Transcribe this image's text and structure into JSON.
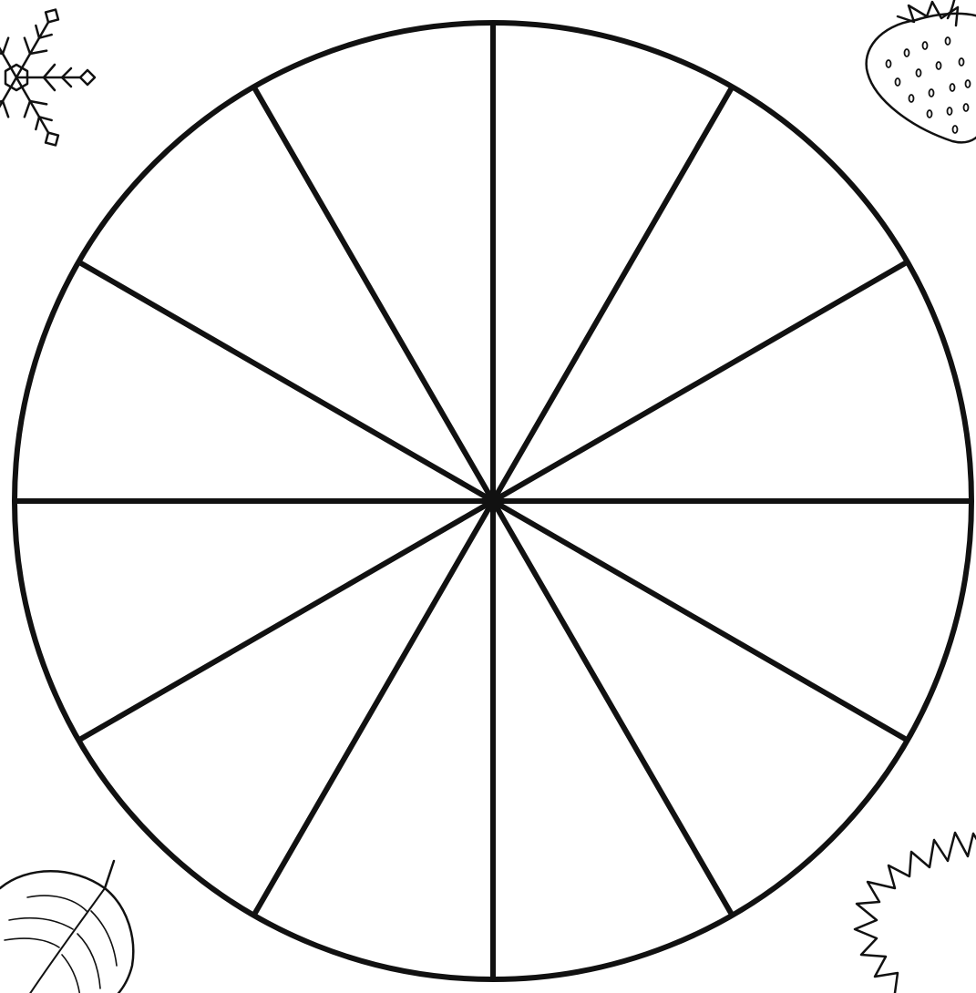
{
  "diagram": {
    "type": "segmented-circle-wheel",
    "segment_count": 12,
    "labels": []
  },
  "corner_illustrations": [
    {
      "corner": "top-left",
      "icon": "snowflake-icon"
    },
    {
      "corner": "top-right",
      "icon": "strawberry-icon"
    },
    {
      "corner": "bottom-left",
      "icon": "leaf-icon"
    },
    {
      "corner": "bottom-right",
      "icon": "sun-icon"
    }
  ],
  "colors": {
    "ink": "#111111",
    "paper": "#ffffff"
  }
}
